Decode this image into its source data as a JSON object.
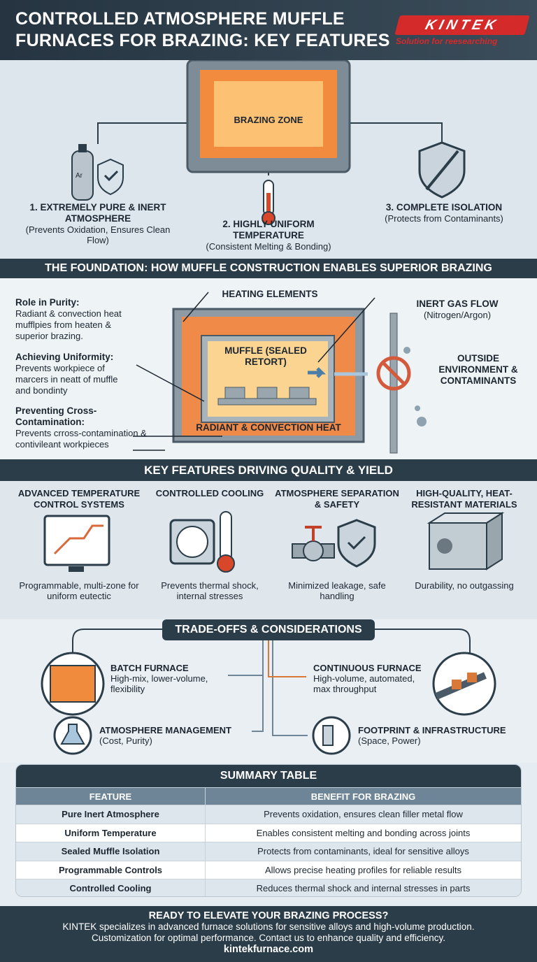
{
  "header": {
    "title_line1": "CONTROLLED ATMOSPHERE MUFFLE",
    "title_line2": "FURNACES FOR BRAZING: KEY FEATURES",
    "logo": "KINTEK",
    "logo_tagline": "Solution for reesearching"
  },
  "overview": {
    "center_label": "BRAZING ZONE",
    "gas_label": "Ar",
    "items": [
      {
        "title": "1. EXTREMELY PURE & INERT ATMOSPHERE",
        "desc": "(Prevents Oxidation, Ensures Clean Flow)",
        "icon": "gas-cylinder-shield-icon"
      },
      {
        "title": "2. HIGHLY UNIFORM TEMPERATURE",
        "desc": "(Consistent Melting & Bonding)",
        "icon": "thermometer-icon"
      },
      {
        "title": "3. COMPLETE ISOLATION",
        "desc": "(Protects from Contaminants)",
        "icon": "shield-no-contaminant-icon"
      }
    ]
  },
  "foundation": {
    "banner": "THE FOUNDATION: HOW MUFFLE CONSTRUCTION ENABLES SUPERIOR BRAZING",
    "points": [
      {
        "title": "Role in Purity:",
        "text": "Radiant & convection heat mufflpies from heaten & superior brazing."
      },
      {
        "title": "Achieving Uniformity:",
        "text": "Prevents workpiece of marcers in neatt of muffle and bondinty"
      },
      {
        "title": "Preventing Cross-Contamination:",
        "text": "Prevents crross-contamination & contivileant workpieces"
      }
    ],
    "heating_elements": "HEATING ELEMENTS",
    "muffle": "MUFFLE (SEALED RETORT)",
    "heat": "RADIANT & CONVECTION HEAT",
    "gas_title": "INERT GAS FLOW",
    "gas_sub": "(Nitrogen/Argon)",
    "outside": "OUTSIDE ENVIRONMENT & CONTAMINANTS"
  },
  "features": {
    "banner": "KEY FEATURES DRIVING QUALITY & YIELD",
    "items": [
      {
        "title": "ADVANCED TEMPERATURE CONTROL SYSTEMS",
        "desc": "Programmable, multi-zone for uniform eutectic",
        "icon": "monitor-chart-icon"
      },
      {
        "title": "CONTROLLED COOLING",
        "desc": "Prevents thermal shock, internal stresses",
        "icon": "fan-thermometer-icon"
      },
      {
        "title": "ATMOSPHERE SEPARATION & SAFETY",
        "desc": "Minimized leakage, safe handling",
        "icon": "valve-shield-icon"
      },
      {
        "title": "HIGH-QUALITY, HEAT-RESISTANT MATERIALS",
        "desc": "Durability, no outgassing",
        "icon": "block-icon"
      }
    ]
  },
  "tradeoffs": {
    "banner": "TRADE-OFFS & CONSIDERATIONS",
    "items": [
      {
        "title": "BATCH FURNACE",
        "desc": "High-mix, lower-volume, flexibility",
        "icon": "batch-furnace-icon"
      },
      {
        "title": "CONTINUOUS FURNACE",
        "desc": "High-volume, automated, max throughput",
        "icon": "conveyor-icon"
      },
      {
        "title": "ATMOSPHERE MANAGEMENT",
        "desc": "(Cost, Purity)",
        "icon": "flask-icon"
      },
      {
        "title": "FOOTPRINT & INFRASTRUCTURE",
        "desc": "(Space, Power)",
        "icon": "building-icon"
      }
    ]
  },
  "summary": {
    "title": "SUMMARY TABLE",
    "headers": [
      "FEATURE",
      "BENEFIT FOR BRAZING"
    ],
    "rows": [
      [
        "Pure Inert Atmosphere",
        "Prevents oxidation, ensures clean filler metal flow"
      ],
      [
        "Uniform Temperature",
        "Enables consistent melting and bonding across joints"
      ],
      [
        "Sealed Muffle Isolation",
        "Protects from contaminants, ideal for sensitive alloys"
      ],
      [
        "Programmable Controls",
        "Allows precise heating profiles for reliable results"
      ],
      [
        "Controlled Cooling",
        "Reduces thermal shock and internal stresses in parts"
      ]
    ]
  },
  "footer": {
    "heading": "READY TO ELEVATE YOUR BRAZING PROCESS?",
    "line1": "KINTEK specializes in advanced furnace solutions for sensitive alloys and high-volume production.",
    "line2": "Customization for optimal performance. Contact us to enhance quality and efficiency.",
    "url": "kintekfurnace.com"
  },
  "colors": {
    "dark": "#2c3d4a",
    "accent_red": "#d42a2a",
    "heat_orange": "#f08a3c"
  }
}
